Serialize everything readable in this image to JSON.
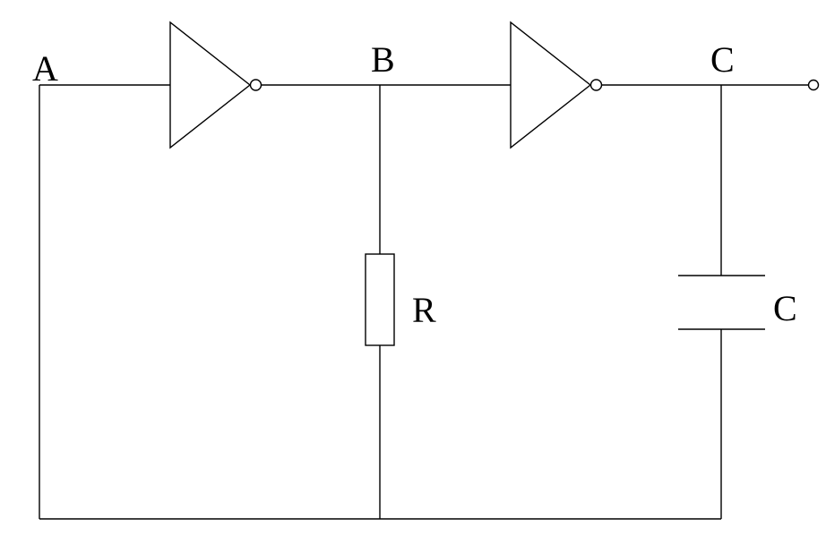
{
  "labels": {
    "node_a": "A",
    "node_b": "B",
    "node_c": "C",
    "resistor": "R",
    "capacitor": "C"
  },
  "components": {
    "inverters": [
      "inverter-1",
      "inverter-2"
    ],
    "resistor": "resistor",
    "capacitor": "capacitor",
    "output_terminal": "open-circle-terminal"
  },
  "colors": {
    "line": "#000000",
    "background": "#ffffff"
  }
}
